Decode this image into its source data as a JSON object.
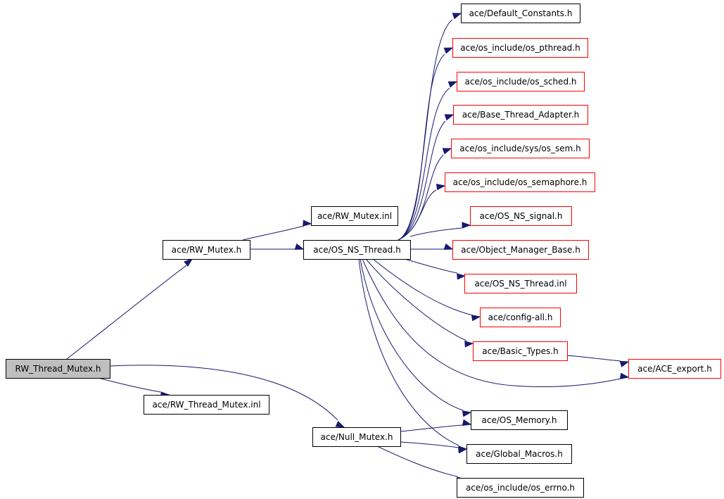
{
  "diagram": {
    "colors": {
      "edge": "#191970",
      "root_fill": "#bfbfbf",
      "root_border": "#000000",
      "node_border_normal": "#000000",
      "node_border_external": "#ff0000",
      "node_fill": "#ffffff"
    },
    "nodes": [
      {
        "id": "rw_thread_mutex_h",
        "label": "RW_Thread_Mutex.h",
        "style": "root"
      },
      {
        "id": "rw_mutex_h",
        "label": "ace/RW_Mutex.h",
        "style": "normal"
      },
      {
        "id": "rw_thread_mutex_inl",
        "label": "ace/RW_Thread_Mutex.inl",
        "style": "normal"
      },
      {
        "id": "null_mutex_h",
        "label": "ace/Null_Mutex.h",
        "style": "normal"
      },
      {
        "id": "rw_mutex_inl",
        "label": "ace/RW_Mutex.inl",
        "style": "normal"
      },
      {
        "id": "os_ns_thread_h",
        "label": "ace/OS_NS_Thread.h",
        "style": "normal"
      },
      {
        "id": "default_constants_h",
        "label": "ace/Default_Constants.h",
        "style": "normal"
      },
      {
        "id": "os_pthread_h",
        "label": "ace/os_include/os_pthread.h",
        "style": "external"
      },
      {
        "id": "os_sched_h",
        "label": "ace/os_include/os_sched.h",
        "style": "external"
      },
      {
        "id": "base_thread_adapter_h",
        "label": "ace/Base_Thread_Adapter.h",
        "style": "external"
      },
      {
        "id": "os_sem_h",
        "label": "ace/os_include/sys/os_sem.h",
        "style": "external"
      },
      {
        "id": "os_semaphore_h",
        "label": "ace/os_include/os_semaphore.h",
        "style": "external"
      },
      {
        "id": "os_ns_signal_h",
        "label": "ace/OS_NS_signal.h",
        "style": "external"
      },
      {
        "id": "object_manager_base_h",
        "label": "ace/Object_Manager_Base.h",
        "style": "external"
      },
      {
        "id": "os_ns_thread_inl",
        "label": "ace/OS_NS_Thread.inl",
        "style": "external"
      },
      {
        "id": "config_all_h",
        "label": "ace/config-all.h",
        "style": "external"
      },
      {
        "id": "basic_types_h",
        "label": "ace/Basic_Types.h",
        "style": "external"
      },
      {
        "id": "ace_export_h",
        "label": "ace/ACE_export.h",
        "style": "external"
      },
      {
        "id": "os_memory_h",
        "label": "ace/OS_Memory.h",
        "style": "normal"
      },
      {
        "id": "global_macros_h",
        "label": "ace/Global_Macros.h",
        "style": "normal"
      },
      {
        "id": "os_errno_h",
        "label": "ace/os_include/os_errno.h",
        "style": "normal"
      }
    ],
    "edges": [
      {
        "from": "rw_thread_mutex_h",
        "to": "rw_mutex_h"
      },
      {
        "from": "rw_thread_mutex_h",
        "to": "rw_thread_mutex_inl"
      },
      {
        "from": "rw_thread_mutex_h",
        "to": "null_mutex_h"
      },
      {
        "from": "rw_mutex_h",
        "to": "rw_mutex_inl"
      },
      {
        "from": "rw_mutex_h",
        "to": "os_ns_thread_h"
      },
      {
        "from": "os_ns_thread_h",
        "to": "default_constants_h"
      },
      {
        "from": "os_ns_thread_h",
        "to": "os_pthread_h"
      },
      {
        "from": "os_ns_thread_h",
        "to": "os_sched_h"
      },
      {
        "from": "os_ns_thread_h",
        "to": "base_thread_adapter_h"
      },
      {
        "from": "os_ns_thread_h",
        "to": "os_sem_h"
      },
      {
        "from": "os_ns_thread_h",
        "to": "os_semaphore_h"
      },
      {
        "from": "os_ns_thread_h",
        "to": "os_ns_signal_h"
      },
      {
        "from": "os_ns_thread_h",
        "to": "object_manager_base_h"
      },
      {
        "from": "os_ns_thread_h",
        "to": "os_ns_thread_inl"
      },
      {
        "from": "os_ns_thread_h",
        "to": "config_all_h"
      },
      {
        "from": "os_ns_thread_h",
        "to": "basic_types_h"
      },
      {
        "from": "os_ns_thread_h",
        "to": "ace_export_h"
      },
      {
        "from": "os_ns_thread_h",
        "to": "os_memory_h"
      },
      {
        "from": "os_ns_thread_h",
        "to": "global_macros_h"
      },
      {
        "from": "basic_types_h",
        "to": "ace_export_h"
      },
      {
        "from": "null_mutex_h",
        "to": "os_memory_h"
      },
      {
        "from": "null_mutex_h",
        "to": "global_macros_h"
      },
      {
        "from": "null_mutex_h",
        "to": "os_errno_h"
      }
    ]
  }
}
